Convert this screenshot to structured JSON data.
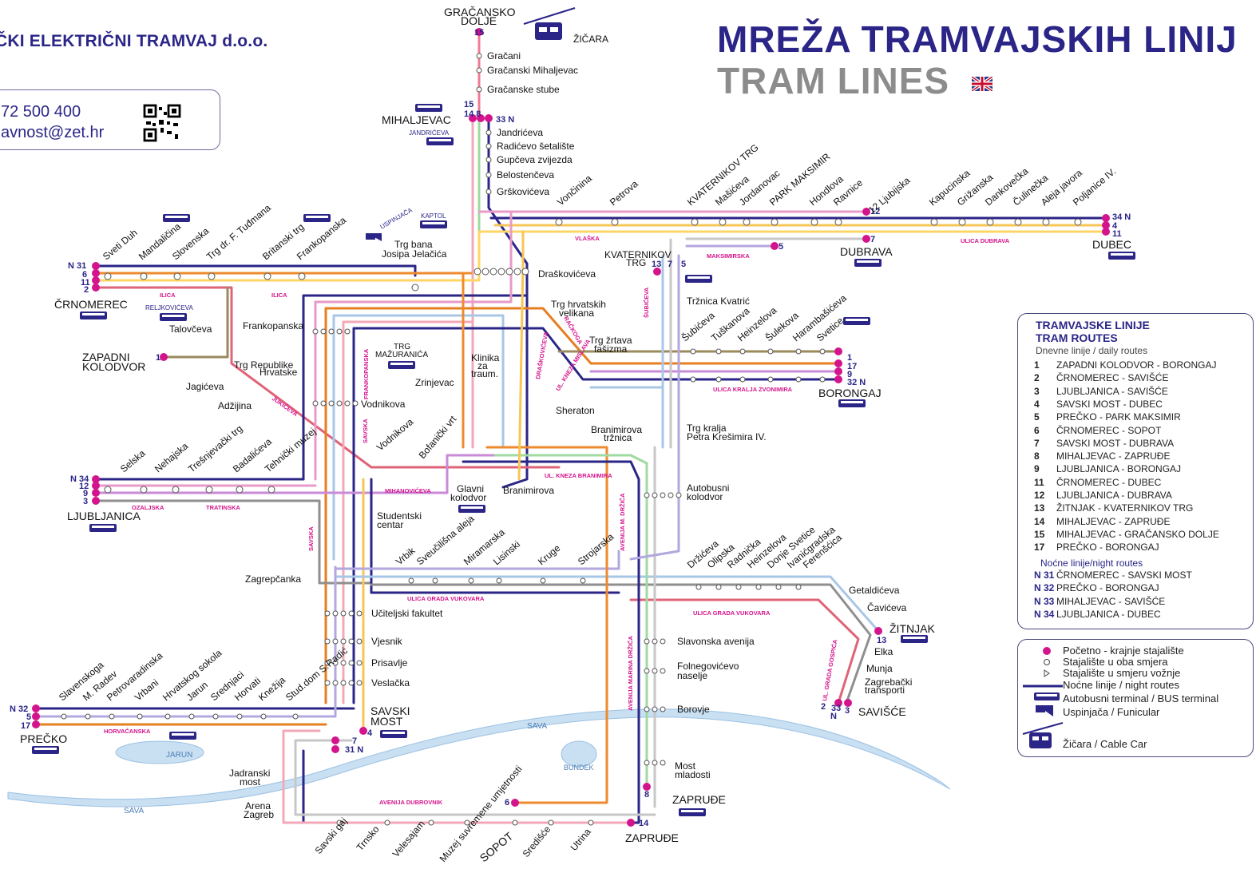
{
  "header": {
    "company": "ČKI ELEKTRIČNI TRAMVAJ d.o.o.",
    "title": "MREŽA TRAMVAJSKIH LINIJ",
    "subtitle": "TRAM LINES"
  },
  "contact": {
    "phone": "72 500 400",
    "email": "avnost@zet.hr"
  },
  "legend": {
    "title_hr": "TRAMVAJSKE LINIJE",
    "title_en": "TRAM ROUTES",
    "daily_heading": "Dnevne linije / daily routes",
    "night_heading": "Noćne linije/night routes",
    "routes": [
      {
        "number": "1",
        "name": "ZAPADNI KOLODVOR - BORONGAJ"
      },
      {
        "number": "2",
        "name": "ČRNOMEREC - SAVIŠĆE"
      },
      {
        "number": "3",
        "name": "LJUBLJANICA - SAVIŠĆE"
      },
      {
        "number": "4",
        "name": "SAVSKI MOST - DUBEC"
      },
      {
        "number": "5",
        "name": "PREČKO - PARK MAKSIMIR"
      },
      {
        "number": "6",
        "name": "ČRNOMEREC - SOPOT"
      },
      {
        "number": "7",
        "name": "SAVSKI MOST - DUBRAVA"
      },
      {
        "number": "8",
        "name": "MIHALJEVAC - ZAPRUĐE"
      },
      {
        "number": "9",
        "name": "LJUBLJANICA - BORONGAJ"
      },
      {
        "number": "11",
        "name": "ČRNOMEREC - DUBEC"
      },
      {
        "number": "12",
        "name": "LJUBLJANICA - DUBRAVA"
      },
      {
        "number": "13",
        "name": "ŽITNJAK - KVATERNIKOV TRG"
      },
      {
        "number": "14",
        "name": "MIHALJEVAC - ZAPRUĐE"
      },
      {
        "number": "15",
        "name": "MIHALJEVAC - GRAČANSKO DOLJE"
      },
      {
        "number": "17",
        "name": "PREČKO - BORONGAJ"
      }
    ],
    "night_routes": [
      {
        "number": "N 31",
        "name": "ČRNOMEREC - SAVSKI MOST"
      },
      {
        "number": "N 32",
        "name": "PREČKO - BORONGAJ"
      },
      {
        "number": "N 33",
        "name": "MIHALJEVAC - SAVIŠĆE"
      },
      {
        "number": "N 34",
        "name": "LJUBLJANICA - DUBEC"
      }
    ]
  },
  "key": {
    "terminal": "Početno - krajnje stajalište",
    "both_dirs": "Stajalište u oba smjera",
    "one_dir": "Stajalište u smjeru vožnje",
    "night": "Noćne linije / night routes",
    "bus": "Autobusni terminal / BUS terminal",
    "funicular": "Uspinjača / Funicular",
    "cable": "Žičara / Cable Car"
  },
  "colors": {
    "brand": "#2a2587",
    "magenta": "#d4148c",
    "line_1": "#9a8a5c",
    "line_2": "#e06478",
    "line_3": "#8f8f8f",
    "line_4": "#f6c656",
    "line_5": "#b3a7df",
    "line_6": "#ee8a2e",
    "line_7": "#c7c7c7",
    "line_8": "#9fdaa0",
    "line_9": "#c98ad7",
    "line_11": "#ffd666",
    "line_12": "#e89ac8",
    "line_13": "#a8c7e6",
    "line_14": "#f3a8b8",
    "line_15": "#f07c93",
    "line_17": "#e67e22",
    "night": "#2a2587"
  },
  "map": {
    "termini": [
      {
        "id": "gracansko",
        "name": "GRAČANSKO DOLJE",
        "lines": "15"
      },
      {
        "id": "mihaljevac",
        "name": "MIHALJEVAC",
        "lines": "15 14 8"
      },
      {
        "id": "crnomerec",
        "name": "ČRNOMEREC",
        "lines": "N 31 6 11 2"
      },
      {
        "id": "zapadni",
        "name": "ZAPADNI KOLODVOR",
        "lines": "1"
      },
      {
        "id": "ljubljanica",
        "name": "LJUBLJANICA",
        "lines": "N 34 12 9 3"
      },
      {
        "id": "precko",
        "name": "PREČKO",
        "lines": "N 32 5 17"
      },
      {
        "id": "savski_most",
        "name": "SAVSKI MOST",
        "lines": "4 7 31 N"
      },
      {
        "id": "dubrava",
        "name": "DUBRAVA",
        "lines": "7"
      },
      {
        "id": "dubec",
        "name": "DUBEC",
        "lines": "34 N 4 11"
      },
      {
        "id": "borongaj",
        "name": "BORONGAJ",
        "lines": "1 17 9 32 N"
      },
      {
        "id": "zitnjak",
        "name": "ŽITNJAK",
        "lines": "13"
      },
      {
        "id": "savisce",
        "name": "SAVIŠĆE",
        "lines": "2 33 N 3"
      },
      {
        "id": "zaprude",
        "name": "ZAPRUĐE",
        "lines": "8 14"
      },
      {
        "id": "sopot",
        "name": "SOPOT",
        "lines": "6"
      },
      {
        "id": "kvaternikov",
        "name": "KVATERNIKOV TRG",
        "lines": "13"
      },
      {
        "id": "park_maksimir",
        "name": "PARK MAKSIMIR",
        "lines": "5"
      }
    ],
    "stops": [
      {
        "name": "Gračani"
      },
      {
        "name": "Gračanski Mihaljevac"
      },
      {
        "name": "Gračanske stube"
      },
      {
        "name": "Jandrićeva"
      },
      {
        "name": "Radićevo šetalište"
      },
      {
        "name": "Gupčeva zvijezda"
      },
      {
        "name": "Belostenčeva"
      },
      {
        "name": "Grškovićeva"
      },
      {
        "name": "Draškovićeva"
      },
      {
        "name": "Vončinina"
      },
      {
        "name": "Petrova"
      },
      {
        "name": "KVATERNIKOV TRG"
      },
      {
        "name": "Mašićeva"
      },
      {
        "name": "Jordanovac"
      },
      {
        "name": "PARK MAKSIMIR"
      },
      {
        "name": "Hondlova"
      },
      {
        "name": "Ravnice"
      },
      {
        "name": "12 Ljubijska"
      },
      {
        "name": "Kapucinska"
      },
      {
        "name": "Grižanska"
      },
      {
        "name": "Dankovečka"
      },
      {
        "name": "Čulinečka"
      },
      {
        "name": "Aleja javora"
      },
      {
        "name": "Poljanice IV."
      },
      {
        "name": "Sveti Duh"
      },
      {
        "name": "Mandaličina"
      },
      {
        "name": "Slovenska"
      },
      {
        "name": "Trg dr. F. Tuđmana"
      },
      {
        "name": "Britanski trg"
      },
      {
        "name": "Frankopanska"
      },
      {
        "name": "Trg bana Josipa Jelačića"
      },
      {
        "name": "Talovčeva"
      },
      {
        "name": "Trg Republike Hrvatske"
      },
      {
        "name": "Jagićeva"
      },
      {
        "name": "Adžijina"
      },
      {
        "name": "Vodnikova"
      },
      {
        "name": "Zrinjevac"
      },
      {
        "name": "Klinika za traum."
      },
      {
        "name": "Trg hrvatskih velikana"
      },
      {
        "name": "Trg žrtava fašizma"
      },
      {
        "name": "Tržnica Kvatrić"
      },
      {
        "name": "Šubićeva"
      },
      {
        "name": "Tuškanova"
      },
      {
        "name": "Heinzelova"
      },
      {
        "name": "Šulekova"
      },
      {
        "name": "Harambašićeva"
      },
      {
        "name": "Svetice"
      },
      {
        "name": "Sheraton"
      },
      {
        "name": "Branimirova tržnica"
      },
      {
        "name": "Trg kralja Petra Krešimira IV."
      },
      {
        "name": "Selska"
      },
      {
        "name": "Nehajska"
      },
      {
        "name": "Trešnjevački trg"
      },
      {
        "name": "Badalićeva"
      },
      {
        "name": "Tehnički muzej"
      },
      {
        "name": "Bofanički vrt"
      },
      {
        "name": "Glavni kolodvor"
      },
      {
        "name": "Branimirova"
      },
      {
        "name": "Autobusni kolodvor"
      },
      {
        "name": "Studentski centar"
      },
      {
        "name": "Zagrepčanka"
      },
      {
        "name": "Vrbik"
      },
      {
        "name": "Sveučilišna aleja"
      },
      {
        "name": "Miramarska"
      },
      {
        "name": "Lisinski"
      },
      {
        "name": "Kruge"
      },
      {
        "name": "Strojarska"
      },
      {
        "name": "Držićeva"
      },
      {
        "name": "Olipska"
      },
      {
        "name": "Radnička"
      },
      {
        "name": "Heinzelova"
      },
      {
        "name": "Donje Svetice"
      },
      {
        "name": "Ivanićgradska"
      },
      {
        "name": "Ferenšćica"
      },
      {
        "name": "Getaldićeva"
      },
      {
        "name": "Čavićeva"
      },
      {
        "name": "Elka"
      },
      {
        "name": "Munja"
      },
      {
        "name": "Zagrebački transporti"
      },
      {
        "name": "Učiteljski fakultet"
      },
      {
        "name": "Vjesnik"
      },
      {
        "name": "Prisavlje"
      },
      {
        "name": "Veslačka"
      },
      {
        "name": "Slavonska avenija"
      },
      {
        "name": "Folnegovićevo naselje"
      },
      {
        "name": "Borovje"
      },
      {
        "name": "Most mladosti"
      },
      {
        "name": "Slavenskoga"
      },
      {
        "name": "M. Radev"
      },
      {
        "name": "Petrovaradinska"
      },
      {
        "name": "Vrbani"
      },
      {
        "name": "Hrvatskog sokola"
      },
      {
        "name": "Jarun"
      },
      {
        "name": "Srednjaci"
      },
      {
        "name": "Horvati"
      },
      {
        "name": "Knežija"
      },
      {
        "name": "Stud.dom S.Radić"
      },
      {
        "name": "Jadranski most"
      },
      {
        "name": "Arena Zagreb"
      },
      {
        "name": "Savski gaj"
      },
      {
        "name": "Trnsko"
      },
      {
        "name": "Velesajam"
      },
      {
        "name": "Muzej suvremene umjetnosti"
      },
      {
        "name": "Središće"
      },
      {
        "name": "Utrina"
      }
    ],
    "streets": [
      "ILICA",
      "ILICA",
      "VLAŠKA",
      "MAKSIMIRSKA",
      "ULICA DUBRAVA",
      "ŠUBIĆEVA",
      "RAČKOGA",
      "DRAŠKOVIĆEVA",
      "UL. KNEZA MISLAVA",
      "ULICA KRALJA ZVONIMIRA",
      "FRANKOPANSKA",
      "SAVSKA",
      "JUKIĆEVA",
      "OZALJSKA",
      "TRATINSKA",
      "MIHANOVIĆEVA",
      "UL. KNEZA BRANIMIRA",
      "AVENIJA M. DRŽIĆA",
      "ULICA GRADA VUKOVARA",
      "ULICA GRADA VUKOVARA",
      "AVENIJA MARINA DRŽIĆA",
      "UL. GRADA GOSPIĆA",
      "HORVAĆANSKA",
      "AVENIJA DUBROVNIK",
      "SAVSKA"
    ],
    "misc": {
      "zicara": "ŽIČARA",
      "uspinjaca": "USPINJAČA",
      "kaptol": "KAPTOL",
      "jandriceva_bus": "JANDRIĆEVA",
      "reljkoviceva": "RELJKOVIĆEVA",
      "trg_mazuranica": "TRG MAŽURANIĆA",
      "sava": "SAVA",
      "jarun": "JARUN",
      "bundek": "BUNDEK"
    }
  }
}
